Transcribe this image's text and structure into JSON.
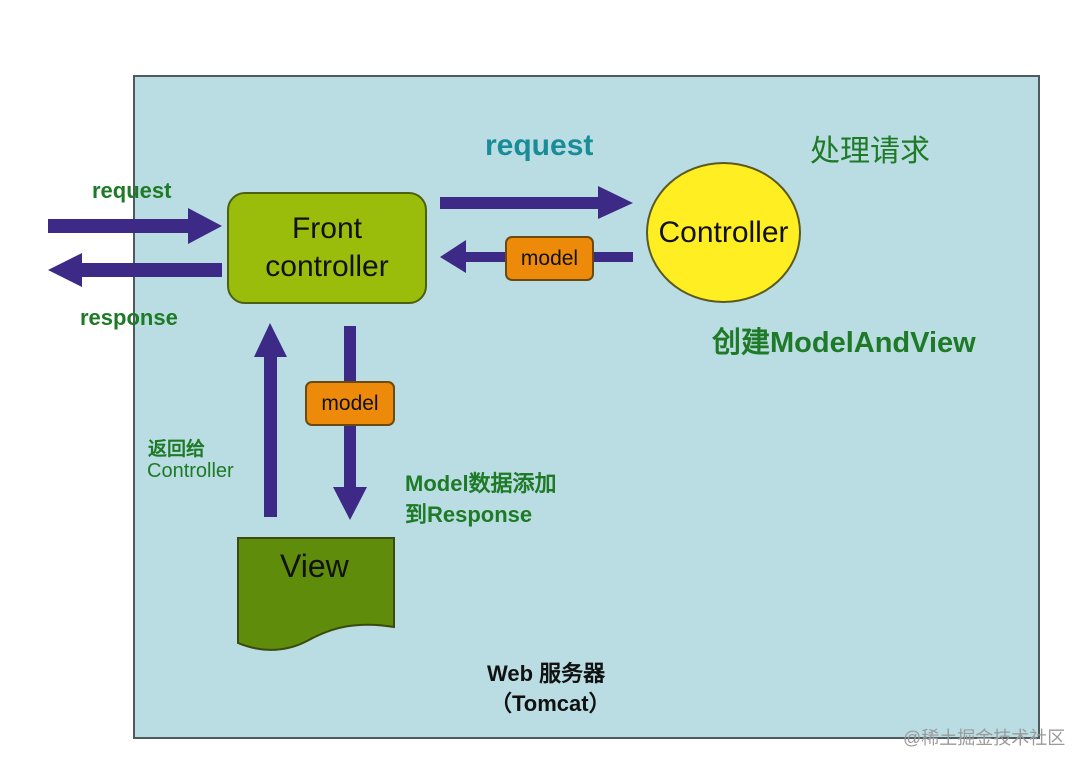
{
  "diagram": {
    "container": {
      "title": "Web 服务器",
      "subtitle": "（Tomcat）"
    },
    "nodes": {
      "front_controller": {
        "line1": "Front",
        "line2": "controller"
      },
      "controller": {
        "label": "Controller"
      },
      "view": {
        "label": "View"
      }
    },
    "model_tags": {
      "top": "model",
      "middle": "model"
    },
    "labels": {
      "external_request": "request",
      "external_response": "response",
      "request_to_controller": "request",
      "handle_request": "处理请求",
      "create_mav": "创建ModelAndView",
      "return_line1": "返回给",
      "return_line2": "Controller",
      "add_model_line1": "Model数据添加",
      "add_model_line2": "到Response"
    },
    "colors": {
      "background": "#b9dde3",
      "arrow": "#3d2a86",
      "front_controller": "#99bd0a",
      "controller": "#ffee22",
      "model": "#ee8a0a",
      "view": "#5f8c0a",
      "label_green": "#1e7a26",
      "label_teal": "#1a8c98"
    },
    "watermark": "@稀土掘金技术社区"
  }
}
